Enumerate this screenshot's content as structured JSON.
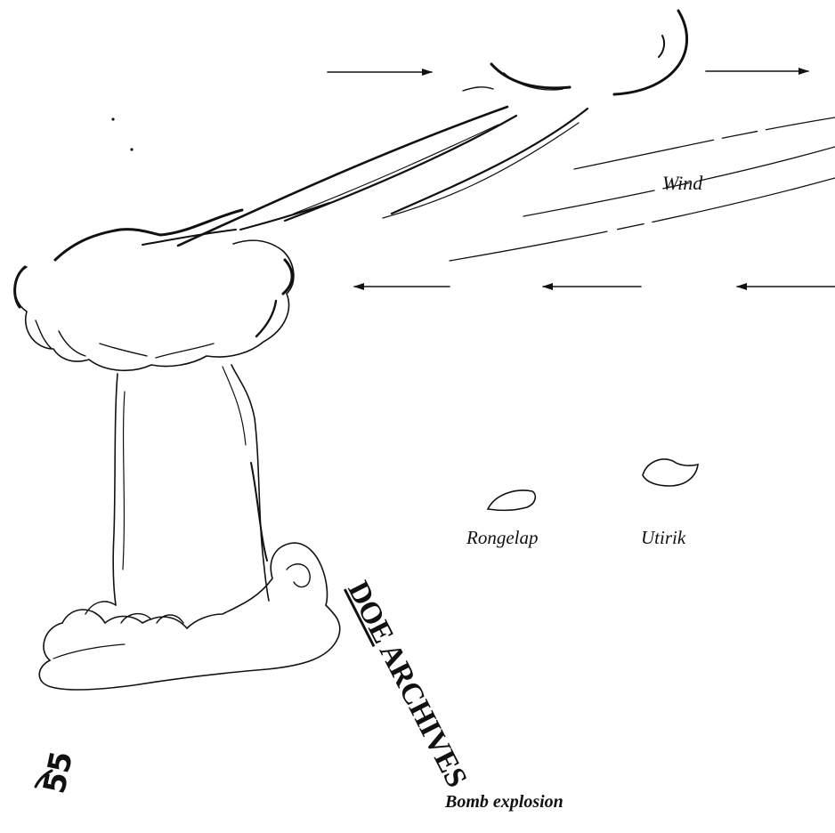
{
  "labels": {
    "wind": "Wind",
    "rongelap": "Rongelap",
    "utirik": "Utirik",
    "caption": "Bomb explosion"
  },
  "stamp": {
    "prefix": "DOE",
    "rest": " ARCHIVES"
  },
  "handnote": "55",
  "colors": {
    "ink": "#111111",
    "paper": "#ffffff"
  }
}
